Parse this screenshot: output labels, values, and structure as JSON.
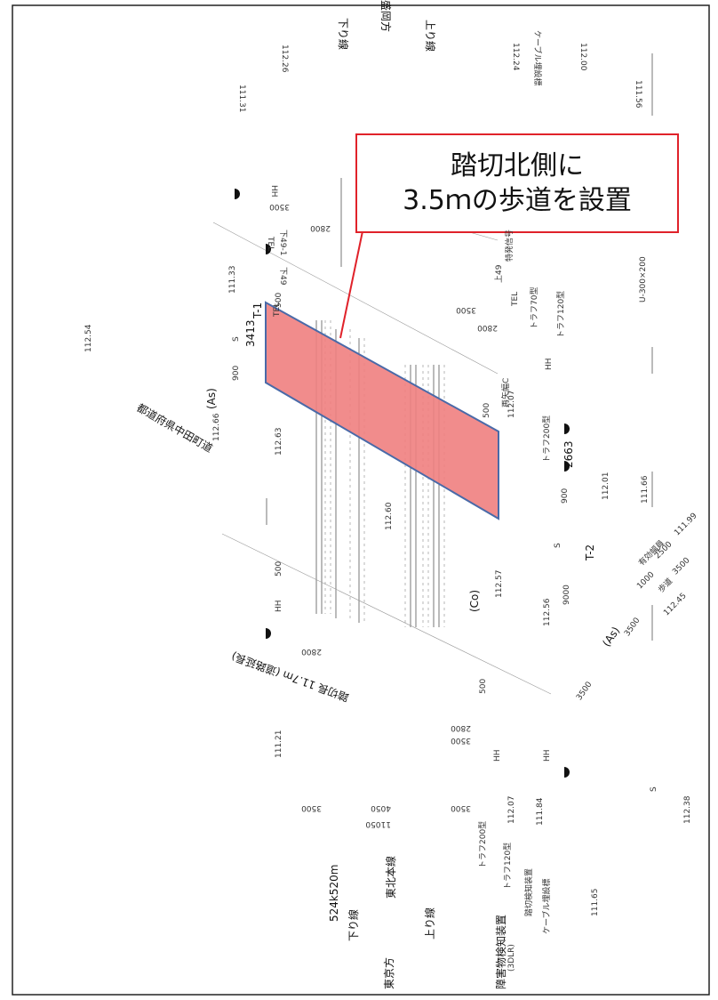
{
  "callout": {
    "line1": "踏切北側に",
    "line2": "3.5ｍの歩道を設置"
  },
  "colors": {
    "highlight_fill": "#f08080",
    "highlight_stroke": "#4a6aa8",
    "callout_border": "#e0222a"
  },
  "labels": {
    "morioka": "盛岡方",
    "down_line_top": "下り線",
    "up_line_top": "上り線",
    "cable_top": "ケーブル埋設標",
    "t1": "T-1",
    "t2": "T-2",
    "as1": "(As)",
    "as2": "(As)",
    "co": "(Co)",
    "road_name": "都道府県中田町道",
    "crossing_length": "踏切長 11.7m (道路延長)",
    "width": "有効幅員",
    "sidewalk": "歩道",
    "tokyo": "東京方",
    "down_line_bottom": "下り線",
    "tohoku": "東北本線",
    "up_line_bottom": "上り線",
    "km": "524k520m",
    "obstacle": "障害物検知装置",
    "obstacle_sub": "(3DLR)",
    "cable_bottom": "ケーブル埋設標",
    "crossing_device": "踏切検知装置",
    "trough200": "トラフ200型",
    "trough120": "トラフ120型",
    "trough70": "トラフ70型",
    "trough120b": "トラフ120型",
    "trough200b": "トラフ200型",
    "signal": "特発信号",
    "jacket": "再矢幅C",
    "u300": "U-300×200",
    "tel1": "TEL",
    "tel2": "TEL",
    "tel3": "TEL",
    "hh1": "HH",
    "hh2": "HH",
    "hh3": "HH",
    "hh4": "HH",
    "hh5": "HH",
    "up49": "上49",
    "down49": "下49",
    "down49_1": "下49-1"
  },
  "numbers": {
    "n3500a": "3500",
    "n2800a": "2800",
    "n3413": "3413",
    "n500a": "500",
    "n900a": "900",
    "n3500b": "3500",
    "n2800b": "2800",
    "n500b": "500",
    "n2663": "2663",
    "n900b": "900",
    "n500c": "500",
    "n9000": "9000",
    "n3500c": "3500",
    "n3500d": "3500",
    "n2800c": "2800",
    "n500d": "500",
    "n2800d": "2800",
    "n3500e": "3500",
    "n3500f": "3500",
    "n4050": "4050",
    "n11050": "11050",
    "n3500g": "3500",
    "n1000": "1000",
    "n2500": "2500",
    "n3500h": "3500",
    "e11226": "112.26",
    "e11131": "111.31",
    "e11224": "112.24",
    "e11200": "112.00",
    "e11156": "111.56",
    "e11254": "112.54",
    "e11133": "111.33",
    "e11266": "112.66",
    "e11207": "112.07",
    "e11263": "112.63",
    "e11201": "112.01",
    "e11166": "111.66",
    "e11260": "112.60",
    "e11199": "111.99",
    "e11257": "112.57",
    "e11256": "112.56",
    "e11245": "112.45",
    "e11121": "111.21",
    "e11207b": "112.07",
    "e11184": "111.84",
    "e11238": "112.38",
    "e11165": "111.65",
    "s1": "S",
    "s2": "S",
    "s3": "S"
  }
}
